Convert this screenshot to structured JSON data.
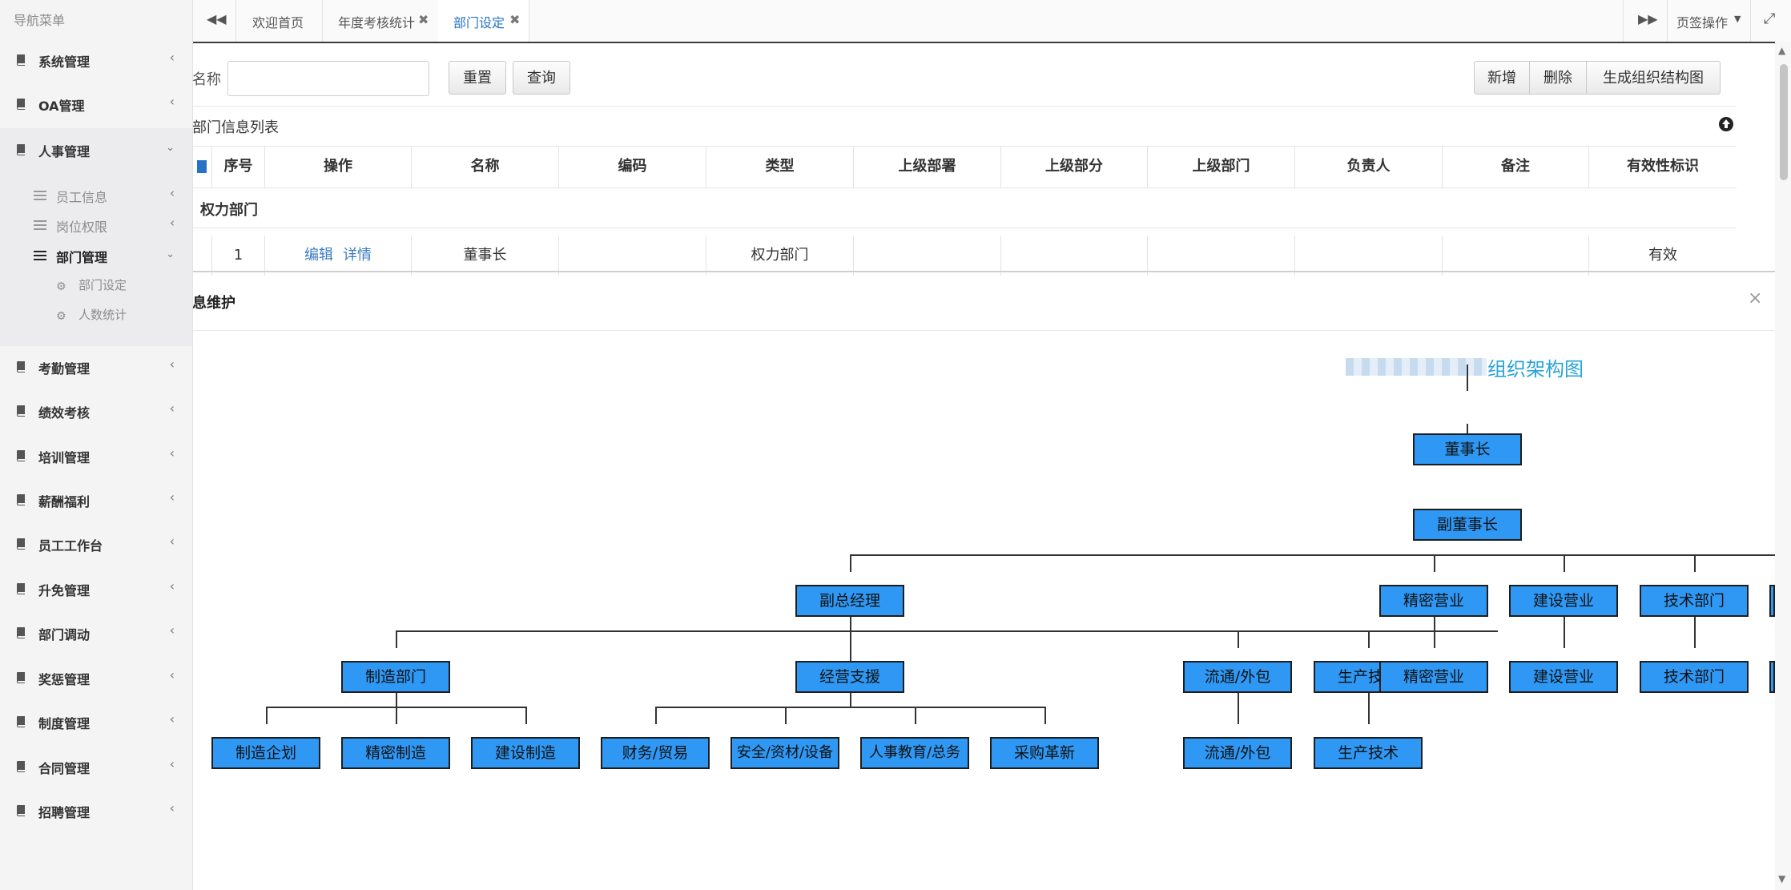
{
  "sidebar": {
    "title": "导航菜单",
    "items": [
      {
        "label": "系统管理"
      },
      {
        "label": "OA管理"
      },
      {
        "label": "人事管理"
      },
      {
        "label": "考勤管理"
      },
      {
        "label": "绩效考核"
      },
      {
        "label": "培训管理"
      },
      {
        "label": "薪酬福利"
      },
      {
        "label": "员工工作台"
      },
      {
        "label": "升免管理"
      },
      {
        "label": "部门调动"
      },
      {
        "label": "奖惩管理"
      },
      {
        "label": "制度管理"
      },
      {
        "label": "合同管理"
      },
      {
        "label": "招聘管理"
      }
    ],
    "hr_sub": [
      {
        "label": "员工信息"
      },
      {
        "label": "岗位权限"
      },
      {
        "label": "部门管理"
      }
    ],
    "dept_sub": [
      {
        "label": "部门设定"
      },
      {
        "label": "人数统计"
      }
    ]
  },
  "tabs": {
    "items": [
      {
        "label": "欢迎首页"
      },
      {
        "label": "年度考核统计"
      },
      {
        "label": "部门设定"
      }
    ],
    "close_glyph": "✖",
    "page_ops": "页签操作"
  },
  "toolbar": {
    "search_label": "名称",
    "search_value": "",
    "reset": "重置",
    "query": "查询",
    "add": "新增",
    "delete": "删除",
    "generate": "生成组织结构图"
  },
  "list": {
    "title": "部门信息列表",
    "columns": [
      "序号",
      "操作",
      "名称",
      "编码",
      "类型",
      "上级部署",
      "上级部分",
      "上级部门",
      "负责人",
      "备注",
      "有效性标识"
    ],
    "group": "权力部门",
    "rows": [
      {
        "no": "1",
        "edit": "编辑",
        "detail": "详情",
        "name": "董事长",
        "code": "",
        "type": "权力部门",
        "c6": "",
        "c7": "",
        "c8": "",
        "owner": "",
        "note": "",
        "valid": "有效"
      }
    ]
  },
  "dialog": {
    "title": "息维护",
    "close": "×",
    "chart_title": "组织架构图"
  },
  "org": {
    "chairman": "董事长",
    "vice_chairman": "副董事长",
    "level2": [
      "副总经理",
      "精密营业",
      "建设营业",
      "技术部门"
    ],
    "vgm_children": [
      "制造部门",
      "经营支援",
      "流通/外包",
      "生产技术"
    ],
    "mfg_children": [
      "制造企划",
      "精密制造",
      "建设制造"
    ],
    "support_children": [
      "财务/贸易",
      "安全/资材/设备",
      "人事教育/总务",
      "采购革新"
    ],
    "circulation_child": "流通/外包",
    "prodtech_child": "生产技术",
    "precision_child": "精密营业",
    "construction_child": "建设营业",
    "tech_child": "技术部门"
  },
  "colors": {
    "node_fill": "#2e98f4",
    "accent": "#2672c8",
    "chart_title": "#2aa3d8"
  }
}
